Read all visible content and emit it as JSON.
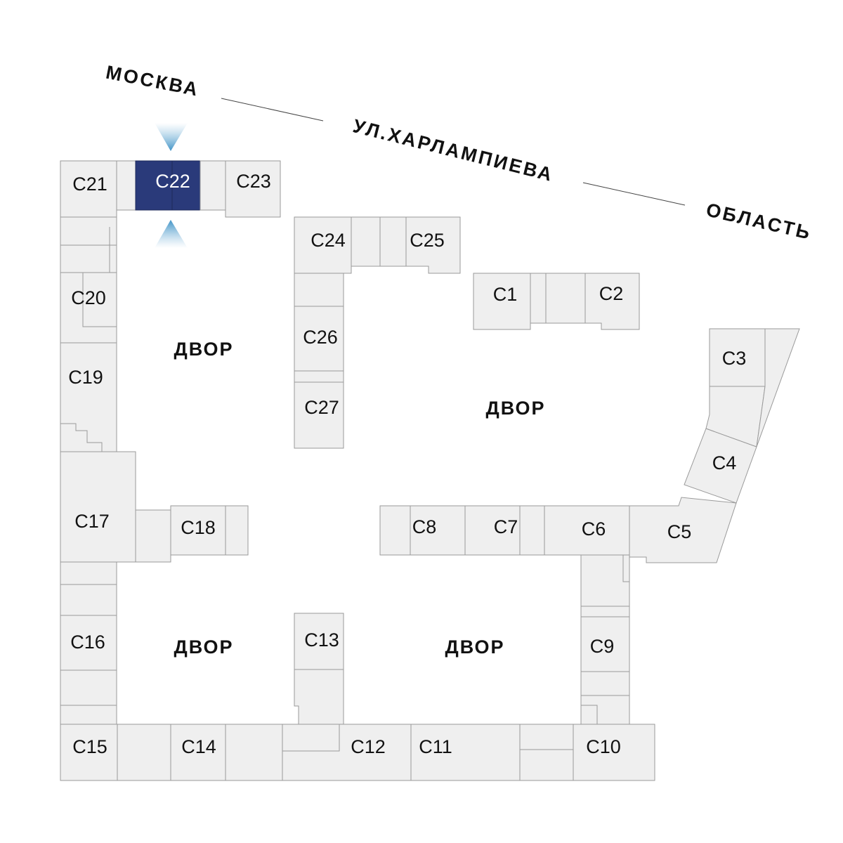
{
  "street": {
    "left": "МОСКВА",
    "middle": "УЛ.ХАРЛАМПИЕВА",
    "right": "ОБЛАСТЬ"
  },
  "yard_label": "ДВОР",
  "selected_section": "С22",
  "colors": {
    "selected": "#2a3a7a",
    "block": "#efefef",
    "marker": "#7fb9db"
  },
  "sections": {
    "c1": "С1",
    "c2": "С2",
    "c3": "С3",
    "c4": "С4",
    "c5": "С5",
    "c6": "С6",
    "c7": "С7",
    "c8": "С8",
    "c9": "С9",
    "c10": "С10",
    "c11": "С11",
    "c12": "С12",
    "c13": "С13",
    "c14": "С14",
    "c15": "С15",
    "c16": "С16",
    "c17": "С17",
    "c18": "С18",
    "c19": "С19",
    "c20": "С20",
    "c21": "С21",
    "c22": "С22",
    "c23": "С23",
    "c24": "С24",
    "c25": "С25",
    "c26": "С26",
    "c27": "С27"
  }
}
